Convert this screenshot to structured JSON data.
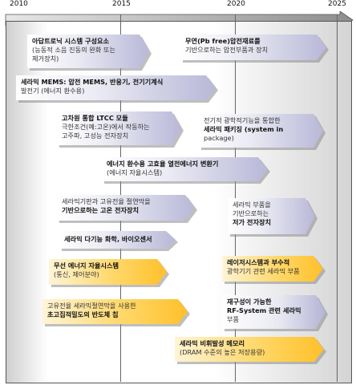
{
  "axis": {
    "years": [
      "2010",
      "2015",
      "2020",
      "2025"
    ],
    "arrow_color": "#9a9a9a"
  },
  "colors": {
    "lavender_end": "#b8b8d8",
    "yellow_end": "#ffc02a"
  },
  "items": [
    {
      "id": "adaptronics",
      "lines": [
        "아답트로닉 시스템 구성요소",
        "(능동적 소음 진동의 완화 또는",
        "제거장치)"
      ],
      "bold_line": 0
    },
    {
      "id": "pb-free",
      "lines": [
        "무연(Pb free)압전재료를",
        "기반으로하는 압전부품과 장치"
      ],
      "bold_line": 0
    },
    {
      "id": "ceramic-mems",
      "lines": [
        "세라믹 MEMS: 압전 MEMS, 반응기, 전기기계식",
        "발전기 (에너지 환수용)"
      ],
      "bold_line": 0
    },
    {
      "id": "ltcc",
      "lines": [
        "고차원 통합 LTCC 모듈",
        "극한조건(예:고온)에서 작동하는",
        "고주파, 고성능 전자장치"
      ],
      "bold_line": 0
    },
    {
      "id": "packaging",
      "lines": [
        "전기적 광학적기능을 통합한",
        "세라믹 패키징 (system in",
        "package)"
      ],
      "bold_line": 1
    },
    {
      "id": "thermoelectric",
      "lines": [
        "에너지 환수용 고효율 열전에너지 변환기",
        "(에너지 자율시스템)"
      ],
      "bold_line": 0
    },
    {
      "id": "high-temp",
      "lines": [
        "세라믹기판과 고유전율 절연막을",
        "기반으로하는 고온 전자장치"
      ],
      "bold_line": 1
    },
    {
      "id": "low-cost",
      "lines": [
        "세라믹 부품을",
        "기반으로하는",
        "저가 전자장치"
      ],
      "bold_line": 2
    },
    {
      "id": "multifunction",
      "lines": [
        "세라믹 다기능 화학, 바이오센서"
      ],
      "bold_line": 0
    },
    {
      "id": "wireless",
      "lines": [
        "무선 에너지 자율시스템",
        "(통신, 제어분야)"
      ],
      "bold_line": 0
    },
    {
      "id": "laser",
      "lines": [
        "레이저시스템과 부수적",
        "광학기기 관련 세라믹 부품"
      ],
      "bold_line": 0
    },
    {
      "id": "semiconductor",
      "lines": [
        "고유전율 세라믹절연막을 사용한",
        "초고집적밀도의 반도체 칩"
      ],
      "bold_line": 1
    },
    {
      "id": "rf-system",
      "lines": [
        "재구성이 가능한",
        "RF-System 관련 세라믹",
        "부품"
      ],
      "bold_line": 1
    },
    {
      "id": "nonvolatile",
      "lines": [
        "세라믹 비휘발성 메모리",
        "(DRAM 수준의 높은 저장용량)"
      ],
      "bold_line": 0
    }
  ]
}
